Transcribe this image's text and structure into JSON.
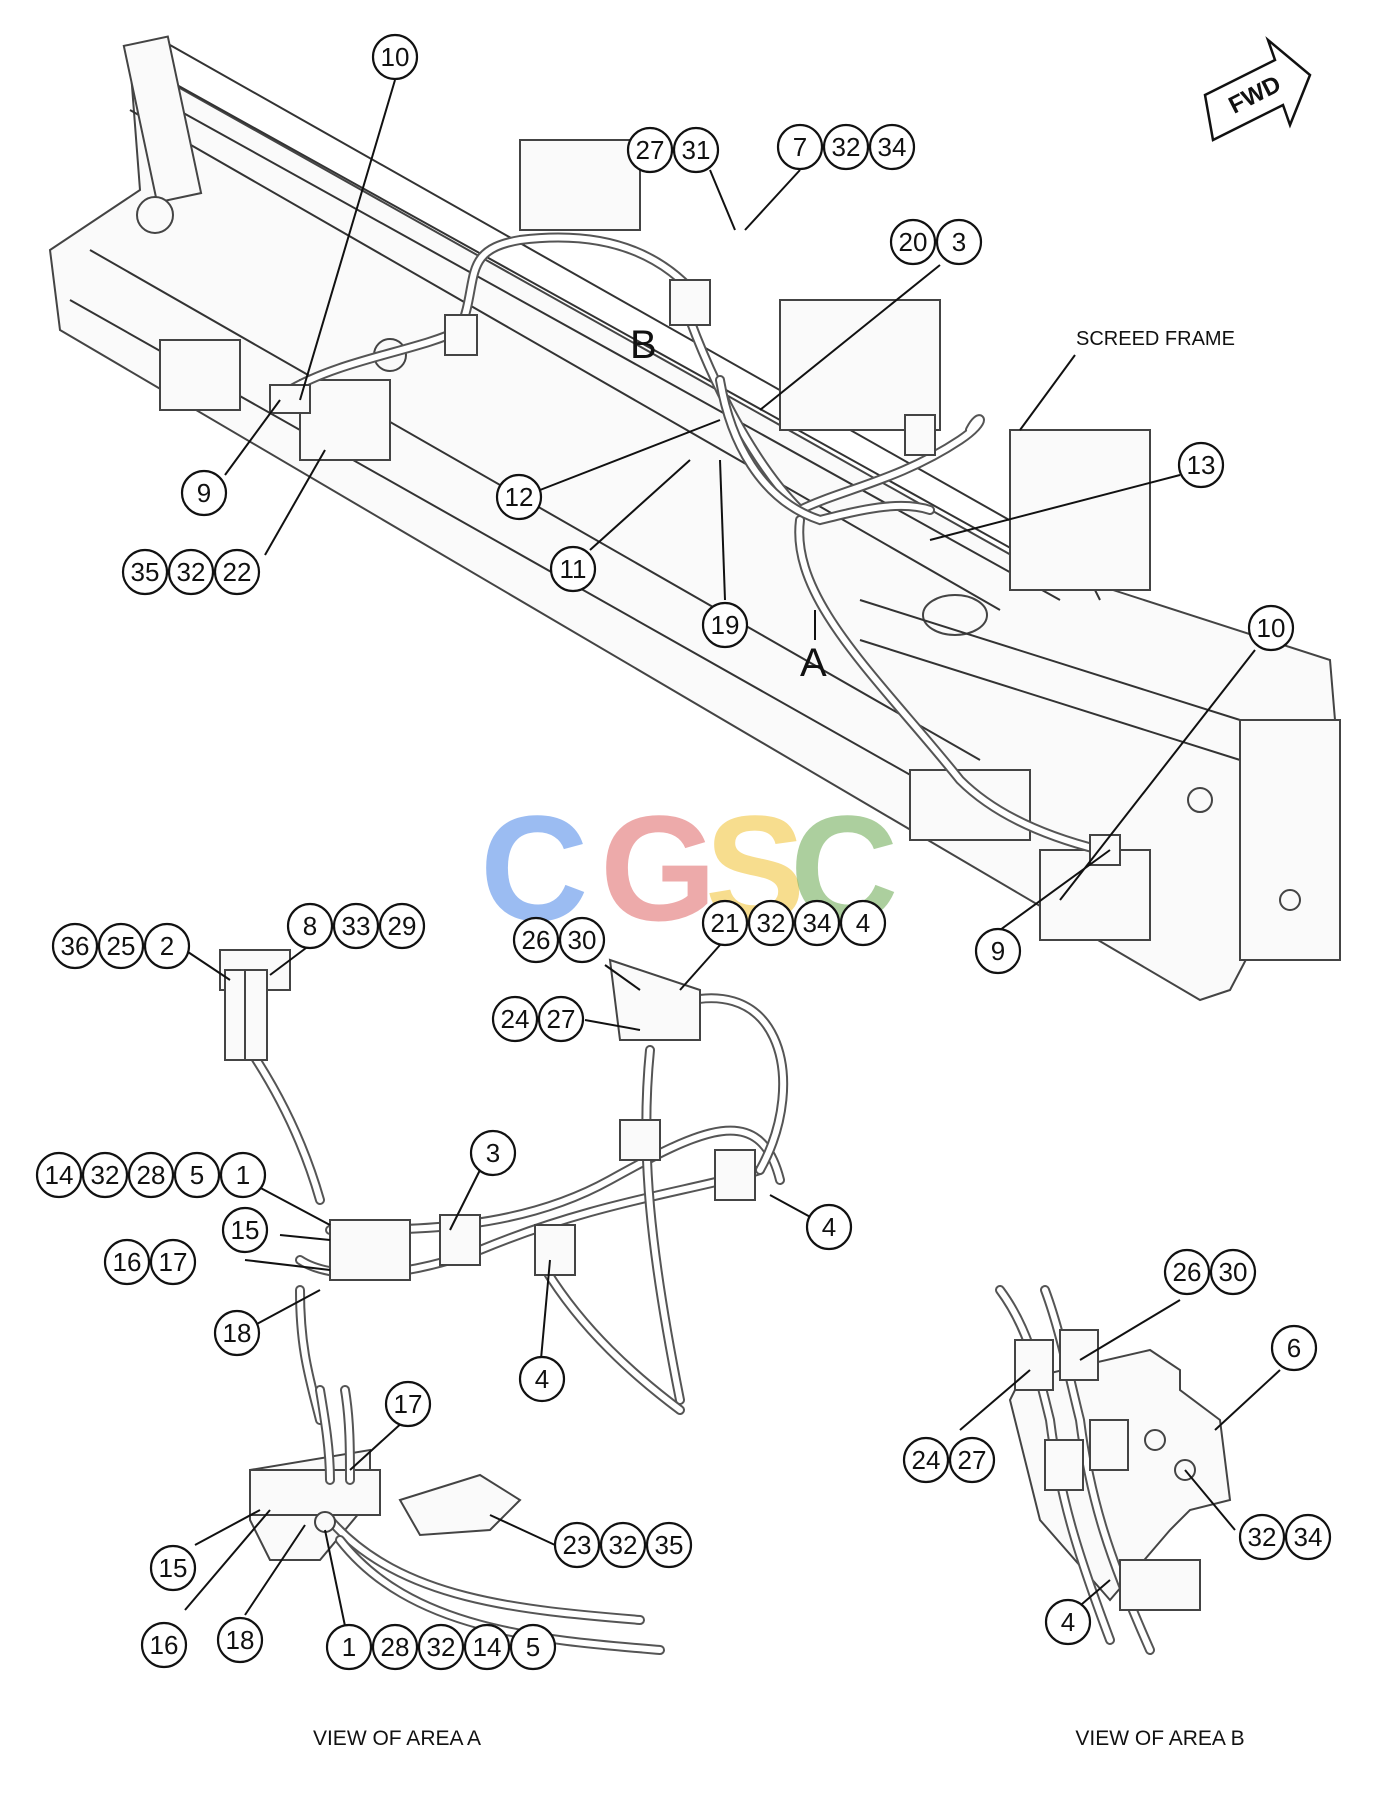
{
  "watermark": {
    "letters": [
      "C",
      "G",
      "S",
      "C"
    ],
    "colors": [
      "#4a86e8",
      "#e06666",
      "#f1c232",
      "#6aa84f"
    ]
  },
  "labels": {
    "fwd": "FWD",
    "screed_frame": "SCREED FRAME",
    "area_a_letter": "A",
    "area_b_letter": "B",
    "view_area_a": "VIEW OF AREA A",
    "view_area_b": "VIEW OF AREA B"
  },
  "callouts": [
    "10",
    "27",
    "31",
    "7",
    "32",
    "34",
    "20",
    "3",
    "9",
    "12",
    "13",
    "11",
    "35",
    "32",
    "22",
    "19",
    "10",
    "9",
    "36",
    "25",
    "2",
    "8",
    "33",
    "29",
    "26",
    "30",
    "21",
    "32",
    "34",
    "4",
    "24",
    "27",
    "14",
    "32",
    "28",
    "5",
    "1",
    "3",
    "15",
    "16",
    "17",
    "4",
    "18",
    "4",
    "17",
    "23",
    "32",
    "35",
    "15",
    "16",
    "18",
    "1",
    "28",
    "32",
    "14",
    "5",
    "26",
    "30",
    "6",
    "24",
    "27",
    "32",
    "34",
    "4"
  ]
}
